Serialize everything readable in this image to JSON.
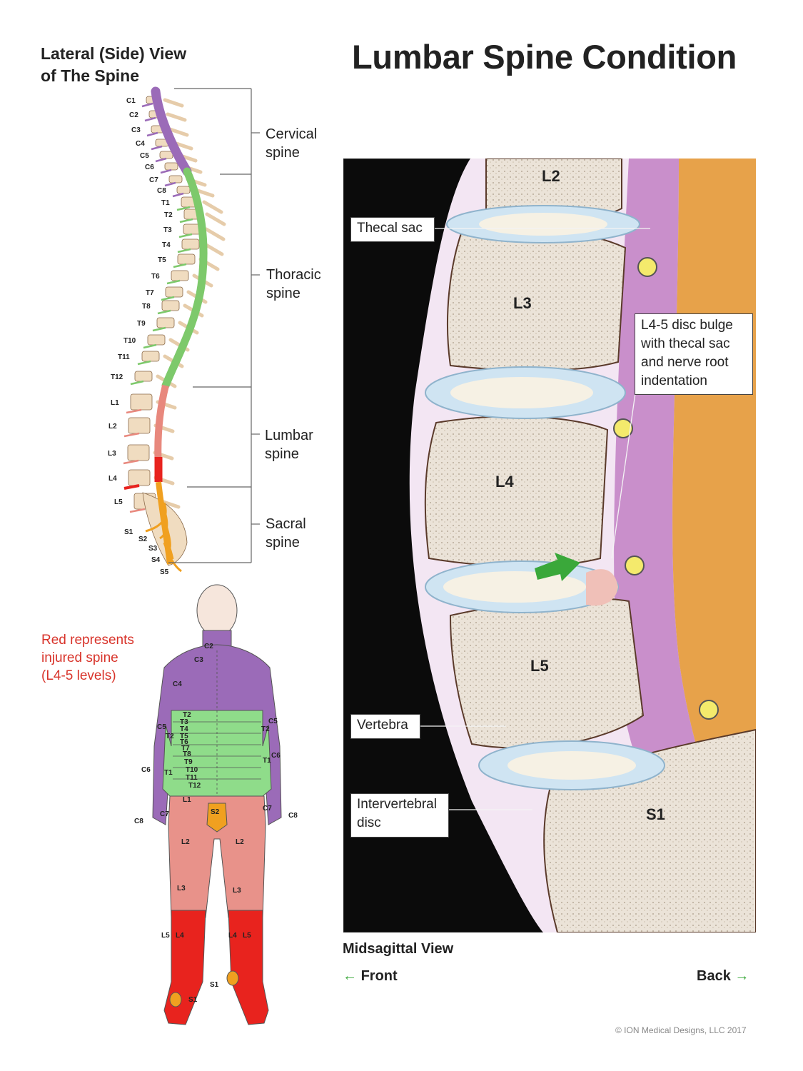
{
  "title": "Lumbar Spine Condition",
  "lateral_view": {
    "title_line1": "Lateral (Side) View",
    "title_line2": "of The Spine",
    "vertebra_labels": [
      "C1",
      "C2",
      "C3",
      "C4",
      "C5",
      "C6",
      "C7",
      "C8",
      "T1",
      "T2",
      "T3",
      "T4",
      "T5",
      "T6",
      "T7",
      "T8",
      "T9",
      "T10",
      "T11",
      "T12",
      "L1",
      "L2",
      "L3",
      "L4",
      "L5",
      "S1",
      "S2",
      "S3",
      "S4",
      "S5"
    ],
    "regions": [
      {
        "line1": "Cervical",
        "line2": "spine",
        "color": "#9b6bb8"
      },
      {
        "line1": "Thoracic",
        "line2": "spine",
        "color": "#7dc96b"
      },
      {
        "line1": "Lumbar",
        "line2": "spine",
        "color": "#e8887d"
      },
      {
        "line1": "Sacral",
        "line2": "spine",
        "color": "#f0a020"
      }
    ]
  },
  "body_map": {
    "note_line1": "Red represents",
    "note_line2": "injured spine",
    "note_line3": "(L4-5 levels)",
    "colors": {
      "cervical": "#9b6bb8",
      "thoracic": "#8fdc8a",
      "lumbar": "#e8928a",
      "injured": "#e8231e",
      "sacral": "#f0a020",
      "head": "#f6e6dc"
    },
    "labels": {
      "c2": "C2",
      "c3": "C3",
      "c4": "C4",
      "c5": "C5",
      "c6": "C6",
      "c7": "C7",
      "c8": "C8",
      "t1": "T1",
      "t2": "T2",
      "t3": "T3",
      "t4": "T4",
      "t5": "T5",
      "t6": "T6",
      "t7": "T7",
      "t8": "T8",
      "t9": "T9",
      "t10": "T10",
      "t11": "T11",
      "t12": "T12",
      "l1": "L1",
      "l2": "L2",
      "l3": "L3",
      "l4": "L4",
      "l5": "L5",
      "s1": "S1",
      "s2": "S2"
    }
  },
  "midsagittal": {
    "vertebrae": [
      "L2",
      "L3",
      "L4",
      "L5",
      "S1"
    ],
    "callouts": {
      "thecal_sac": "Thecal sac",
      "bulge_line1": "L4-5 disc bulge",
      "bulge_line2": "with thecal sac",
      "bulge_line3": "and nerve root",
      "bulge_line4": "indentation",
      "vertebra": "Vertebra",
      "disc_line1": "Intervertebral",
      "disc_line2": "disc"
    },
    "view_label": "Midsagittal View",
    "front": "Front",
    "back": "Back",
    "arrow_color": "#3aa83a"
  },
  "copyright": "© ION Medical Designs, LLC 2017"
}
